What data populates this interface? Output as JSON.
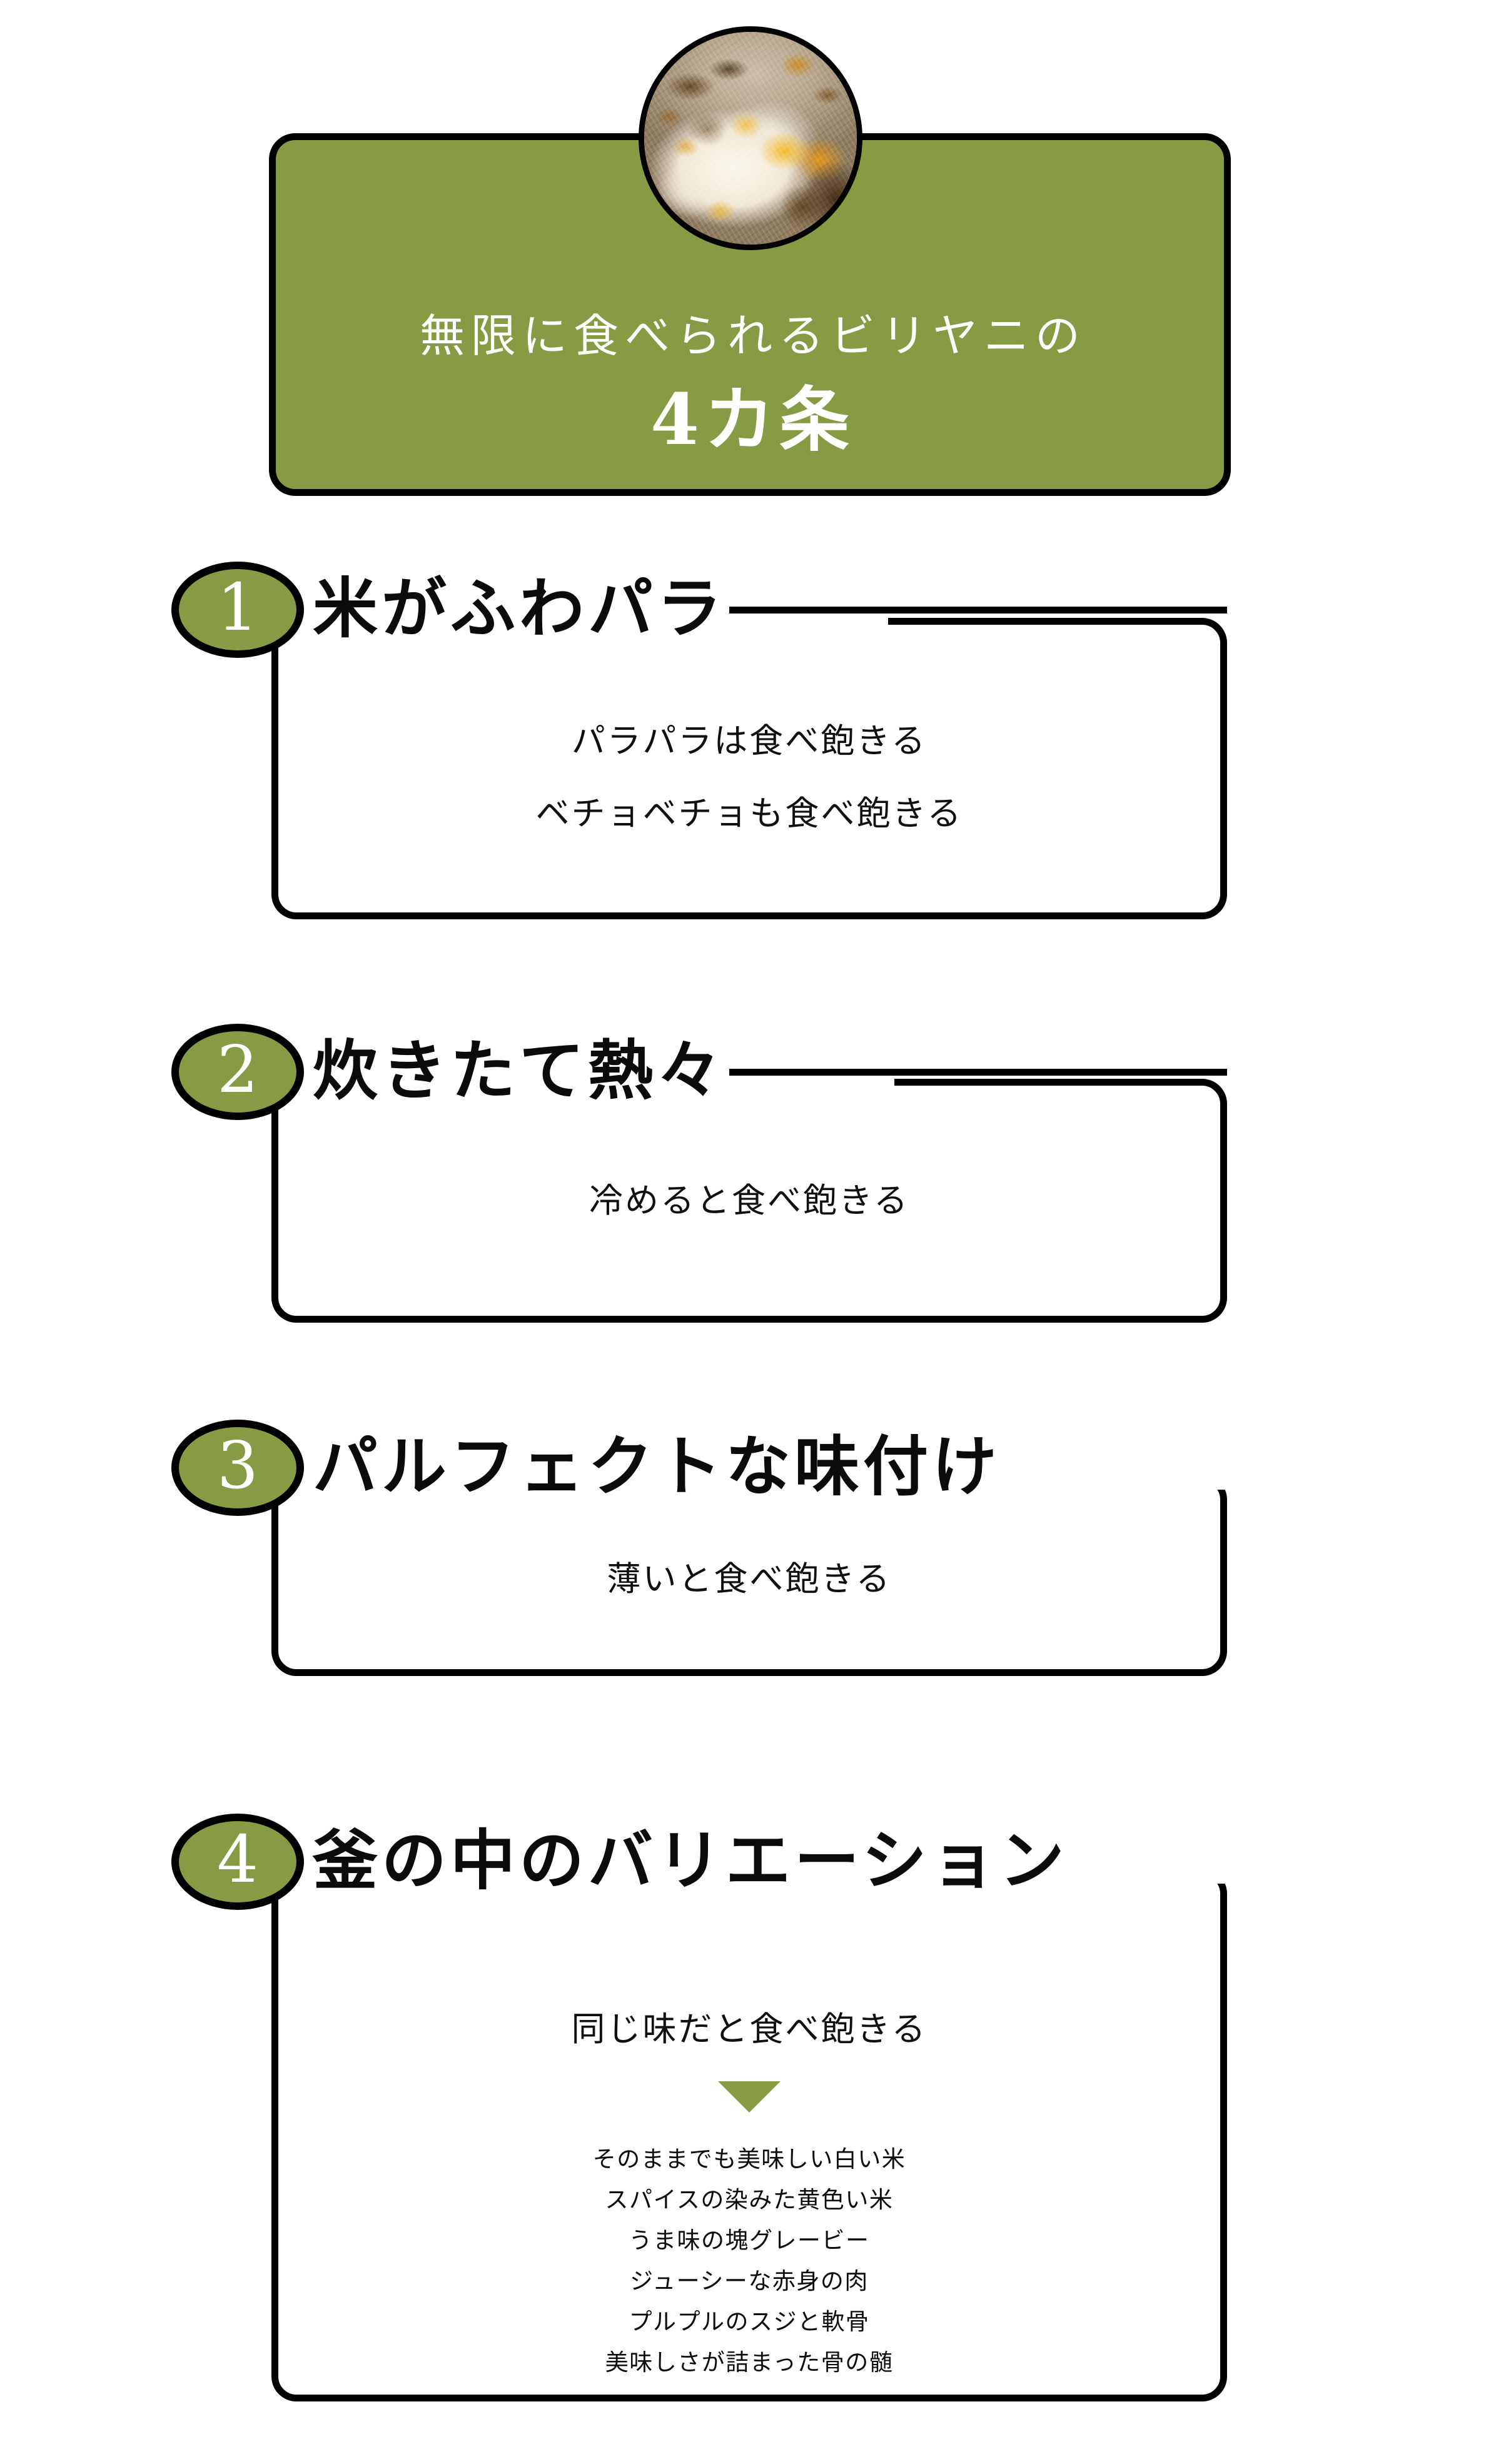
{
  "theme": {
    "green": "#879A44",
    "black": "#000000",
    "white": "#FFFFFF",
    "background": "#FFFFFF"
  },
  "header": {
    "photo_alt": "biryani-pot-photo",
    "line1": "無限に食べられるビリヤニの",
    "line2": "4カ条"
  },
  "items": [
    {
      "number": "1",
      "title": "米がふわパラ",
      "has_rule": true,
      "subs": [
        "パラパラは食べ飽きる",
        "ベチョベチョも食べ飽きる"
      ]
    },
    {
      "number": "2",
      "title": "炊きたて熱々",
      "has_rule": true,
      "subs": [
        "冷めると食べ飽きる"
      ]
    },
    {
      "number": "3",
      "title": "パルフェクトな味付け",
      "has_rule": false,
      "subs": [
        "薄いと食べ飽きる"
      ]
    },
    {
      "number": "4",
      "title": "釜の中のバリエーション",
      "has_rule": false,
      "subs": [
        "同じ味だと食べ飽きる"
      ],
      "arrow": "triangle-down",
      "details": [
        "そのままでも美味しい白い米",
        "スパイスの染みた黄色い米",
        "うま味の塊グレービー",
        "ジューシーな赤身の肉",
        "プルプルのスジと軟骨",
        "美味しさが詰まった骨の髄"
      ]
    }
  ]
}
